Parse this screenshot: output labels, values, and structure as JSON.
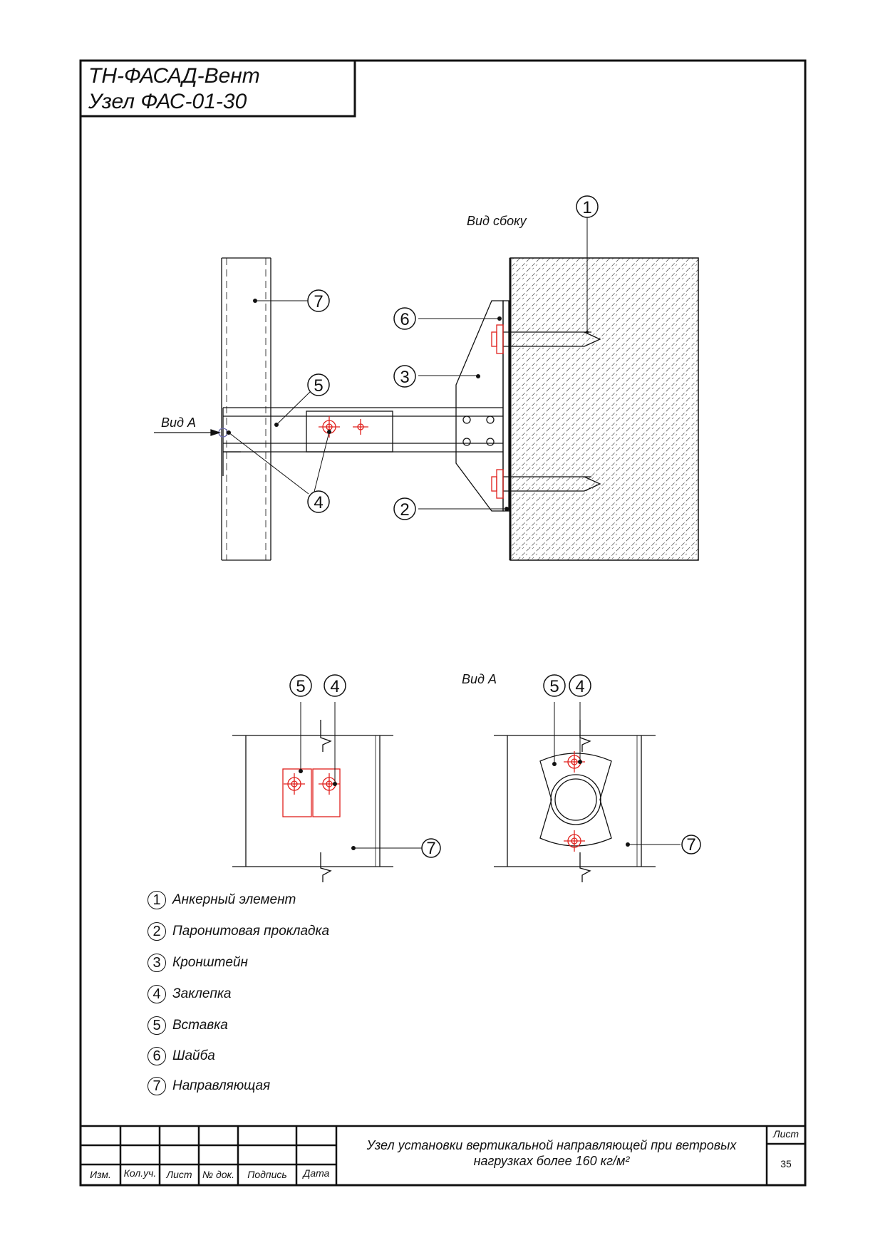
{
  "header": {
    "line1": "ТН-ФАСАД-Вент",
    "line2": "Узел ФАС-01-30"
  },
  "views": {
    "side_view_label": "Вид сбоку",
    "arrow_label": "Вид А",
    "view_a_label": "Вид А"
  },
  "callouts": [
    "1",
    "2",
    "3",
    "4",
    "5",
    "6",
    "7"
  ],
  "legend": [
    {
      "num": "1",
      "text": "Анкерный элемент"
    },
    {
      "num": "2",
      "text": "Паронитовая прокладка"
    },
    {
      "num": "3",
      "text": "Кронштейн"
    },
    {
      "num": "4",
      "text": "Заклепка"
    },
    {
      "num": "5",
      "text": "Вставка"
    },
    {
      "num": "6",
      "text": "Шайба"
    },
    {
      "num": "7",
      "text": "Направляющая"
    }
  ],
  "title_block": {
    "columns": [
      "Изм.",
      "Кол.уч.",
      "Лист",
      "№ док.",
      "Подпись",
      "Дата"
    ],
    "description": "Узел установки вертикальной направляющей при ветровых нагрузках более 160 кг/м²",
    "sheet_label": "Лист",
    "sheet_number": "35"
  },
  "colors": {
    "line": "#111111",
    "rivet": "#e0201c",
    "hatch": "#555555"
  }
}
